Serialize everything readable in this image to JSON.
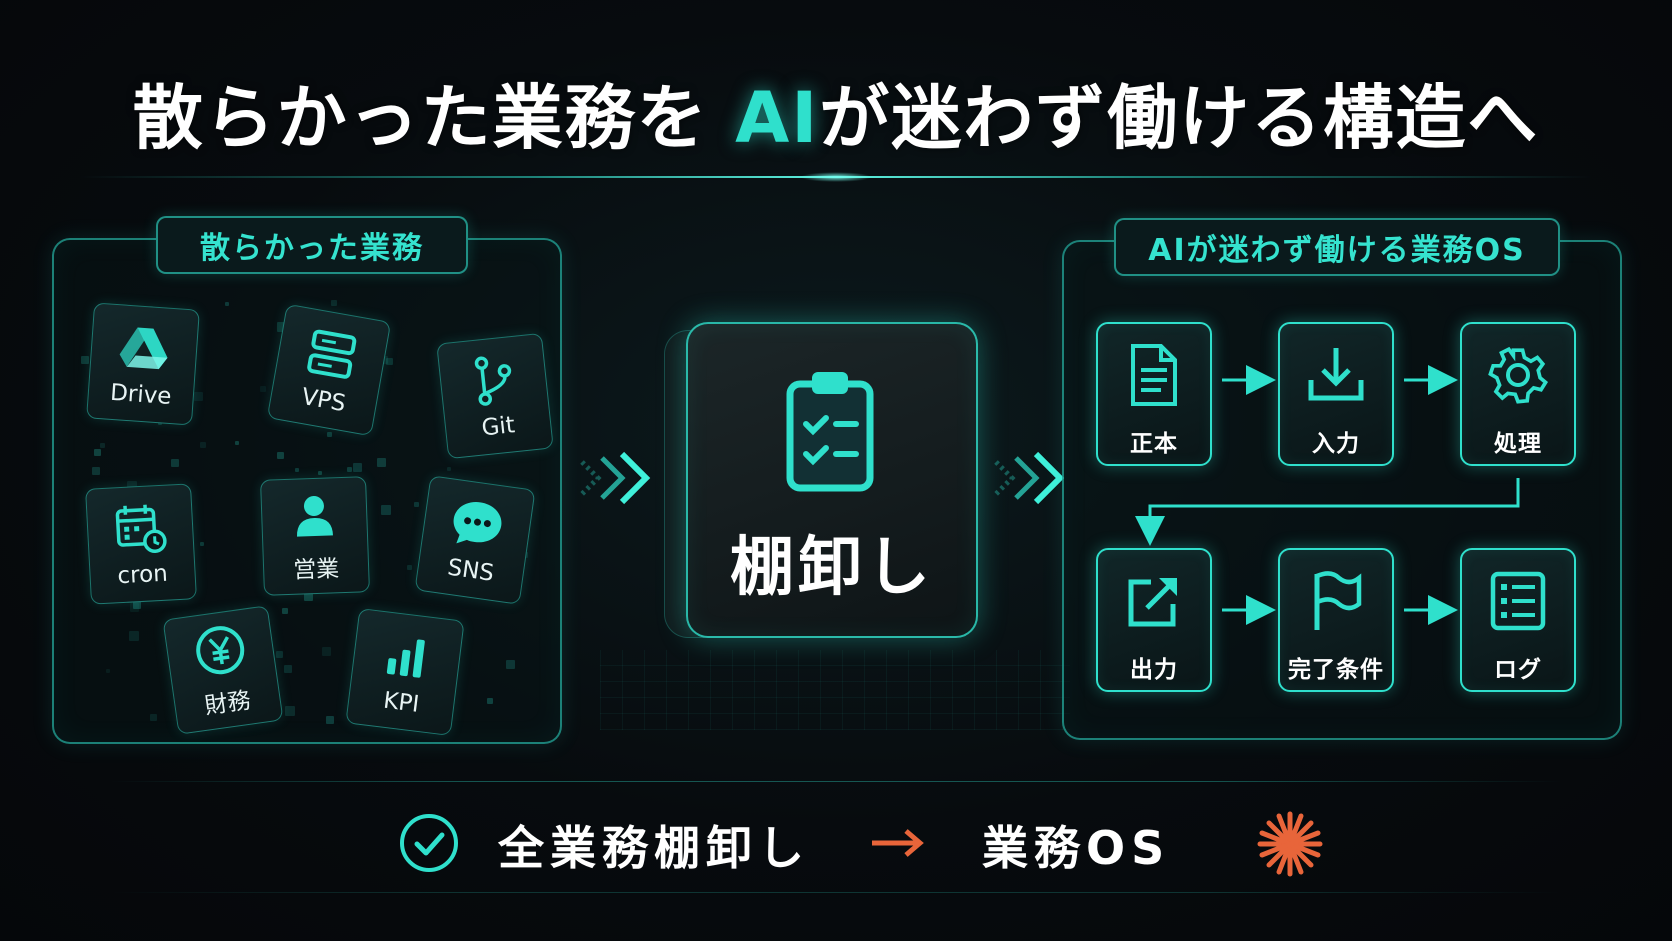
{
  "title": {
    "before": "散らかった業務を ",
    "ai": "AI",
    "after": "が迷わず働ける構造へ"
  },
  "left_panel": {
    "tag": "散らかった業務",
    "tiles": [
      {
        "label": "Drive",
        "icon": "google-drive-icon"
      },
      {
        "label": "VPS",
        "icon": "server-icon"
      },
      {
        "label": "Git",
        "icon": "git-branch-icon"
      },
      {
        "label": "cron",
        "icon": "calendar-clock-icon"
      },
      {
        "label": "営業",
        "icon": "user-icon"
      },
      {
        "label": "SNS",
        "icon": "chat-bubble-icon"
      },
      {
        "label": "財務",
        "icon": "yen-coin-icon"
      },
      {
        "label": "KPI",
        "icon": "bar-chart-icon"
      }
    ]
  },
  "center": {
    "label": "棚卸し",
    "icon": "clipboard-checklist-icon"
  },
  "right_panel": {
    "tag": "AIが迷わず働ける業務OS",
    "steps": [
      {
        "label": "正本",
        "icon": "document-icon"
      },
      {
        "label": "入力",
        "icon": "download-icon"
      },
      {
        "label": "処理",
        "icon": "gear-icon"
      },
      {
        "label": "出力",
        "icon": "export-icon"
      },
      {
        "label": "完了条件",
        "icon": "flag-icon"
      },
      {
        "label": "ログ",
        "icon": "list-document-icon"
      }
    ]
  },
  "bottom": {
    "left": "全業務棚卸し",
    "right": "業務OS",
    "icons": [
      "check-circle-icon",
      "arrow-right-icon",
      "sparkle-icon"
    ]
  },
  "colors": {
    "accent": "#2fe0cc",
    "orange": "#e8653a",
    "background": "#070b0e"
  }
}
